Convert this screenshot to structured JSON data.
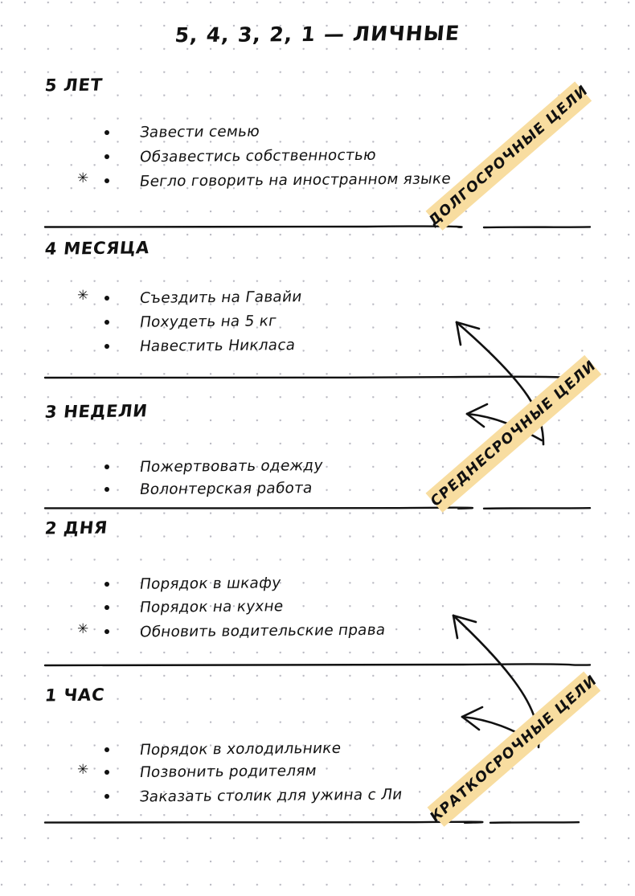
{
  "page": {
    "title": "5, 4, 3, 2, 1 — ЛИЧНЫЕ",
    "background": "#ffffff",
    "dot_color": "#b9b9c2",
    "ink_color": "#111111",
    "highlight_color": "#f8dda0"
  },
  "sections": [
    {
      "heading": "5 ЛЕТ",
      "items": [
        {
          "text": "Завести семью",
          "starred": false
        },
        {
          "text": "Обзавестись собственностью",
          "starred": false
        },
        {
          "text": "Бегло говорить на иностранном языке",
          "starred": true
        }
      ]
    },
    {
      "heading": "4 МЕСЯЦА",
      "items": [
        {
          "text": "Съездить на Гавайи",
          "starred": true
        },
        {
          "text": "Похудеть на 5 кг",
          "starred": false
        },
        {
          "text": "Навестить Никласа",
          "starred": false
        }
      ]
    },
    {
      "heading": "3 НЕДЕЛИ",
      "items": [
        {
          "text": "Пожертвовать одежду",
          "starred": false
        },
        {
          "text": "Волонтерская работа",
          "starred": false
        }
      ]
    },
    {
      "heading": "2 ДНЯ",
      "items": [
        {
          "text": "Порядок в шкафу",
          "starred": false
        },
        {
          "text": "Порядок на кухне",
          "starred": false
        },
        {
          "text": "Обновить водительские права",
          "starred": true
        }
      ]
    },
    {
      "heading": "1 ЧАС",
      "items": [
        {
          "text": "Порядок в холодильнике",
          "starred": false
        },
        {
          "text": "Позвонить родителям",
          "starred": true
        },
        {
          "text": "Заказать столик для ужина с Ли",
          "starred": false
        }
      ]
    }
  ],
  "labels": [
    {
      "text": "ДОЛГОСРОЧНЫЕ ЦЕЛИ"
    },
    {
      "text": "СРЕДНЕСРОЧНЫЕ ЦЕЛИ"
    },
    {
      "text": "КРАТКОСРОЧНЫЕ ЦЕЛИ"
    }
  ],
  "star_marker": "✳"
}
